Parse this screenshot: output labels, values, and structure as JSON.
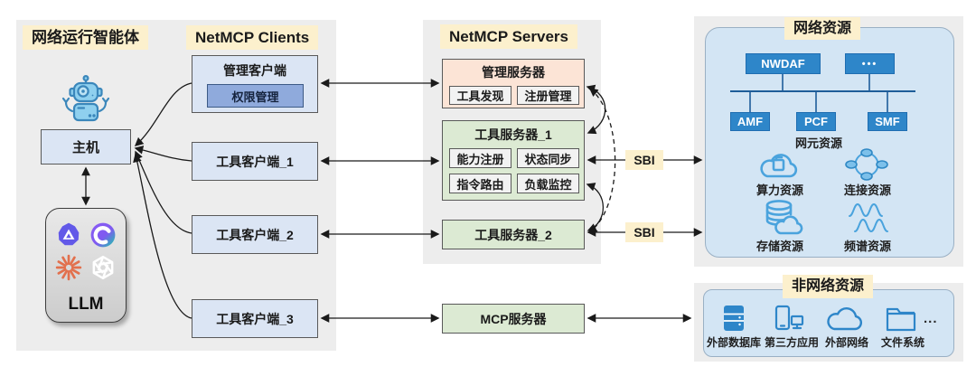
{
  "agent": {
    "panel_title": "网络运行智能体",
    "host": "主机",
    "llm": "LLM"
  },
  "clients": {
    "panel_title": "NetMCP Clients",
    "management_client": "管理客户端",
    "permission_module": "权限管理",
    "tool_clients": [
      "工具客户端_1",
      "工具客户端_2",
      "工具客户端_3"
    ]
  },
  "servers": {
    "panel_title": "NetMCP Servers",
    "management_server": "管理服务器",
    "management_modules": [
      "工具发现",
      "注册管理"
    ],
    "tool_server_1": "工具服务器_1",
    "tool_server_1_modules": [
      "能力注册",
      "状态同步",
      "指令路由",
      "负载监控"
    ],
    "tool_server_2": "工具服务器_2",
    "mcp_server": "MCP服务器"
  },
  "interfaces": {
    "sbi_1": "SBI",
    "sbi_2": "SBI"
  },
  "network_resources": {
    "panel_title": "网络资源",
    "nf_nodes": [
      "NWDAF",
      "•••",
      "AMF",
      "PCF",
      "SMF"
    ],
    "nf_caption": "网元资源",
    "resource_labels": [
      "算力资源",
      "连接资源",
      "存储资源",
      "频谱资源"
    ]
  },
  "non_network_resources": {
    "panel_title": "非网络资源",
    "item_labels": [
      "外部数据库",
      "第三方应用",
      "外部网络",
      "文件系统"
    ],
    "more": "..."
  },
  "colors": {
    "accent_yellow": "#fcf0cd",
    "client_blue": "#dbe5f4",
    "permission_blue": "#8faadc",
    "server_salmon": "#fce4d6",
    "server_green": "#dcead3",
    "nf_blue": "#2e86c9",
    "icon_blue": "#4aa3dd",
    "panel_gray": "#ededed",
    "resource_panel_blue": "#d3e5f4"
  }
}
